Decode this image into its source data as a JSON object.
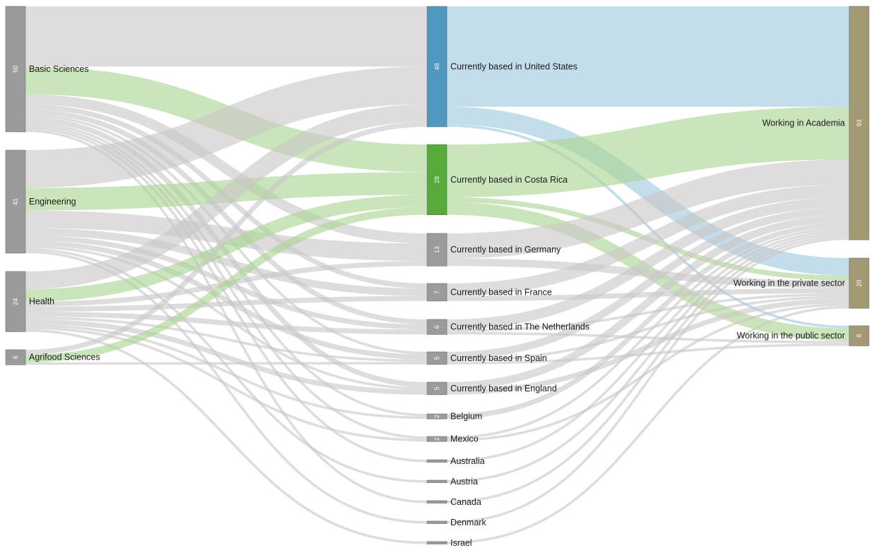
{
  "colors": {
    "grey_node": "#9b9b9b",
    "us_node": "#4f98c2",
    "cr_node": "#55aa3a",
    "outcome_node": "#a39a73",
    "grey_link": "#c9c6c6",
    "blue_link": "#9ec8de",
    "green_link": "#a9d592"
  },
  "chart_data": {
    "type": "sankey",
    "nodes": [
      {
        "id": "bs",
        "label": "Basic Sciences",
        "value": 50,
        "value_label": "50",
        "color": "grey_node"
      },
      {
        "id": "eng",
        "label": "Engineering",
        "value": 41,
        "value_label": "41",
        "color": "grey_node"
      },
      {
        "id": "hea",
        "label": "Health",
        "value": 24,
        "value_label": "24",
        "color": "grey_node"
      },
      {
        "id": "agr",
        "label": "Agrifood Sciences",
        "value": 6,
        "value_label": "6",
        "color": "grey_node"
      },
      {
        "id": "us",
        "label": "Currently based in United States",
        "value": 48,
        "value_label": "48",
        "color": "us_node"
      },
      {
        "id": "cr",
        "label": "Currently based in Costa Rica",
        "value": 28,
        "value_label": "28",
        "color": "cr_node"
      },
      {
        "id": "de",
        "label": "Currently based in Germany",
        "value": 13,
        "value_label": "13",
        "color": "grey_node"
      },
      {
        "id": "fr",
        "label": "Currently based in France",
        "value": 7,
        "value_label": "7",
        "color": "grey_node"
      },
      {
        "id": "nl",
        "label": "Currently based in The Netherlands",
        "value": 6,
        "value_label": "6",
        "color": "grey_node"
      },
      {
        "id": "es",
        "label": "Currently based in Spain",
        "value": 5,
        "value_label": "5",
        "color": "grey_node"
      },
      {
        "id": "en",
        "label": "Currently based in England",
        "value": 5,
        "value_label": "5",
        "color": "grey_node"
      },
      {
        "id": "be",
        "label": "Belgium",
        "value": 2,
        "value_label": "2",
        "color": "grey_node"
      },
      {
        "id": "mx",
        "label": "Mexico",
        "value": 2,
        "value_label": "2",
        "color": "grey_node"
      },
      {
        "id": "au",
        "label": "Australia",
        "value": 1,
        "value_label": "",
        "color": "grey_node"
      },
      {
        "id": "at",
        "label": "Austria",
        "value": 1,
        "value_label": "",
        "color": "grey_node"
      },
      {
        "id": "ca",
        "label": "Canada",
        "value": 1,
        "value_label": "",
        "color": "grey_node"
      },
      {
        "id": "dk",
        "label": "Denmark",
        "value": 1,
        "value_label": "",
        "color": "grey_node"
      },
      {
        "id": "il",
        "label": "Israel",
        "value": 1,
        "value_label": "",
        "color": "grey_node"
      },
      {
        "id": "aca",
        "label": "Working in Academia",
        "value": 93,
        "value_label": "93",
        "color": "outcome_node"
      },
      {
        "id": "pri",
        "label": "Working in the private sector",
        "value": 20,
        "value_label": "20",
        "color": "outcome_node"
      },
      {
        "id": "pub",
        "label": "Working in the public sector",
        "value": 8,
        "value_label": "8",
        "color": "outcome_node"
      }
    ],
    "links": [
      {
        "source": "bs",
        "target": "us",
        "value": 24,
        "color": "grey_link"
      },
      {
        "source": "bs",
        "target": "cr",
        "value": 11,
        "color": "green_link"
      },
      {
        "source": "bs",
        "target": "de",
        "value": 4,
        "color": "grey_link"
      },
      {
        "source": "bs",
        "target": "fr",
        "value": 2,
        "color": "grey_link"
      },
      {
        "source": "bs",
        "target": "nl",
        "value": 2,
        "color": "grey_link"
      },
      {
        "source": "bs",
        "target": "es",
        "value": 1,
        "color": "grey_link"
      },
      {
        "source": "bs",
        "target": "en",
        "value": 2,
        "color": "grey_link"
      },
      {
        "source": "bs",
        "target": "be",
        "value": 1,
        "color": "grey_link"
      },
      {
        "source": "bs",
        "target": "mx",
        "value": 1,
        "color": "grey_link"
      },
      {
        "source": "bs",
        "target": "au",
        "value": 1,
        "color": "grey_link"
      },
      {
        "source": "bs",
        "target": "ca",
        "value": 1,
        "color": "grey_link"
      },
      {
        "source": "eng",
        "target": "us",
        "value": 15,
        "color": "grey_link"
      },
      {
        "source": "eng",
        "target": "cr",
        "value": 9,
        "color": "green_link"
      },
      {
        "source": "eng",
        "target": "de",
        "value": 7,
        "color": "grey_link"
      },
      {
        "source": "eng",
        "target": "fr",
        "value": 3,
        "color": "grey_link"
      },
      {
        "source": "eng",
        "target": "nl",
        "value": 2,
        "color": "grey_link"
      },
      {
        "source": "eng",
        "target": "es",
        "value": 2,
        "color": "grey_link"
      },
      {
        "source": "eng",
        "target": "en",
        "value": 1,
        "color": "grey_link"
      },
      {
        "source": "eng",
        "target": "at",
        "value": 1,
        "color": "grey_link"
      },
      {
        "source": "eng",
        "target": "dk",
        "value": 1,
        "color": "grey_link"
      },
      {
        "source": "hea",
        "target": "us",
        "value": 7,
        "color": "grey_link"
      },
      {
        "source": "hea",
        "target": "cr",
        "value": 5,
        "color": "green_link"
      },
      {
        "source": "hea",
        "target": "de",
        "value": 2,
        "color": "grey_link"
      },
      {
        "source": "hea",
        "target": "fr",
        "value": 2,
        "color": "grey_link"
      },
      {
        "source": "hea",
        "target": "nl",
        "value": 2,
        "color": "grey_link"
      },
      {
        "source": "hea",
        "target": "es",
        "value": 1,
        "color": "grey_link"
      },
      {
        "source": "hea",
        "target": "en",
        "value": 2,
        "color": "grey_link"
      },
      {
        "source": "hea",
        "target": "be",
        "value": 1,
        "color": "grey_link"
      },
      {
        "source": "hea",
        "target": "mx",
        "value": 1,
        "color": "grey_link"
      },
      {
        "source": "hea",
        "target": "il",
        "value": 1,
        "color": "grey_link"
      },
      {
        "source": "agr",
        "target": "us",
        "value": 2,
        "color": "grey_link"
      },
      {
        "source": "agr",
        "target": "cr",
        "value": 3,
        "color": "green_link"
      },
      {
        "source": "agr",
        "target": "es",
        "value": 1,
        "color": "grey_link"
      },
      {
        "source": "us",
        "target": "aca",
        "value": 40,
        "color": "blue_link"
      },
      {
        "source": "us",
        "target": "pri",
        "value": 7,
        "color": "blue_link"
      },
      {
        "source": "us",
        "target": "pub",
        "value": 1,
        "color": "blue_link"
      },
      {
        "source": "cr",
        "target": "aca",
        "value": 21,
        "color": "green_link"
      },
      {
        "source": "cr",
        "target": "pri",
        "value": 2,
        "color": "green_link"
      },
      {
        "source": "cr",
        "target": "pub",
        "value": 5,
        "color": "green_link"
      },
      {
        "source": "de",
        "target": "aca",
        "value": 10,
        "color": "grey_link"
      },
      {
        "source": "de",
        "target": "pri",
        "value": 3,
        "color": "grey_link"
      },
      {
        "source": "fr",
        "target": "aca",
        "value": 5,
        "color": "grey_link"
      },
      {
        "source": "fr",
        "target": "pri",
        "value": 2,
        "color": "grey_link"
      },
      {
        "source": "nl",
        "target": "aca",
        "value": 4,
        "color": "grey_link"
      },
      {
        "source": "nl",
        "target": "pri",
        "value": 1,
        "color": "grey_link"
      },
      {
        "source": "nl",
        "target": "pub",
        "value": 1,
        "color": "grey_link"
      },
      {
        "source": "es",
        "target": "aca",
        "value": 3,
        "color": "grey_link"
      },
      {
        "source": "es",
        "target": "pri",
        "value": 1,
        "color": "grey_link"
      },
      {
        "source": "es",
        "target": "pub",
        "value": 1,
        "color": "grey_link"
      },
      {
        "source": "en",
        "target": "aca",
        "value": 3,
        "color": "grey_link"
      },
      {
        "source": "en",
        "target": "pri",
        "value": 2,
        "color": "grey_link"
      },
      {
        "source": "be",
        "target": "aca",
        "value": 2,
        "color": "grey_link"
      },
      {
        "source": "mx",
        "target": "aca",
        "value": 1,
        "color": "grey_link"
      },
      {
        "source": "mx",
        "target": "pri",
        "value": 1,
        "color": "grey_link"
      },
      {
        "source": "au",
        "target": "aca",
        "value": 1,
        "color": "grey_link"
      },
      {
        "source": "at",
        "target": "aca",
        "value": 1,
        "color": "grey_link"
      },
      {
        "source": "ca",
        "target": "aca",
        "value": 1,
        "color": "grey_link"
      },
      {
        "source": "dk",
        "target": "aca",
        "value": 1,
        "color": "grey_link"
      },
      {
        "source": "il",
        "target": "pri",
        "value": 1,
        "color": "grey_link"
      }
    ]
  }
}
